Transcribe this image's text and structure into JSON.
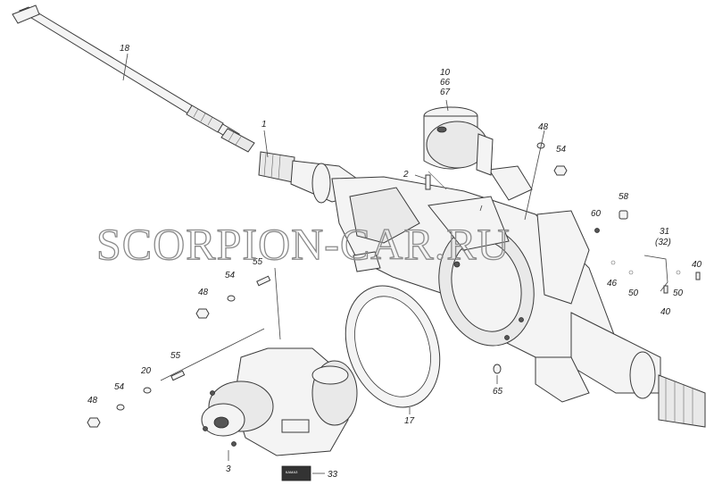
{
  "watermark": "SCORPION-CAR.RU",
  "plate_text": "КАМАЗ",
  "labels": {
    "l18": "18",
    "l1": "1",
    "l10": "10",
    "l66": "66",
    "l67": "67",
    "l48a": "48",
    "l54a": "54",
    "l2": "2",
    "l58": "58",
    "l60": "60",
    "l31": "31",
    "l32": "(32)",
    "l40a": "40",
    "l46": "46",
    "l50a": "50",
    "l50b": "50",
    "l40b": "40",
    "l55a": "55",
    "l54b": "54",
    "l48b": "48",
    "l55b": "55",
    "l20": "20",
    "l54c": "54",
    "l48c": "48",
    "l3": "3",
    "l33": "33",
    "l17": "17",
    "l65": "65"
  }
}
